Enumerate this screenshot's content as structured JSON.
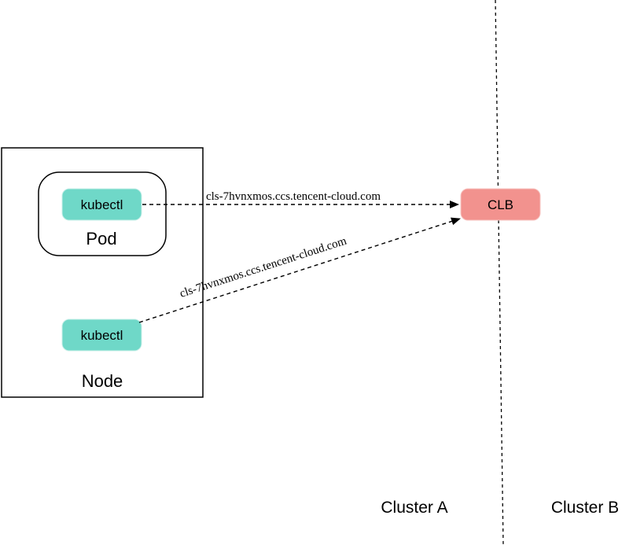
{
  "node": {
    "label": "Node"
  },
  "pod": {
    "label": "Pod"
  },
  "pod_kubectl": {
    "label": "kubectl",
    "fill": "#6fd8c8"
  },
  "node_kubectl": {
    "label": "kubectl",
    "fill": "#6fd8c8"
  },
  "clb": {
    "label": "CLB",
    "fill": "#f2928e"
  },
  "connections": {
    "pod_to_clb": {
      "label": "cls-7hvnxmos.ccs.tencent-cloud.com"
    },
    "node_to_clb": {
      "label": "cls-7hvnxmos.ccs.tencent-cloud.com"
    }
  },
  "clusters": {
    "a": {
      "label": "Cluster A"
    },
    "b": {
      "label": "Cluster B"
    }
  }
}
